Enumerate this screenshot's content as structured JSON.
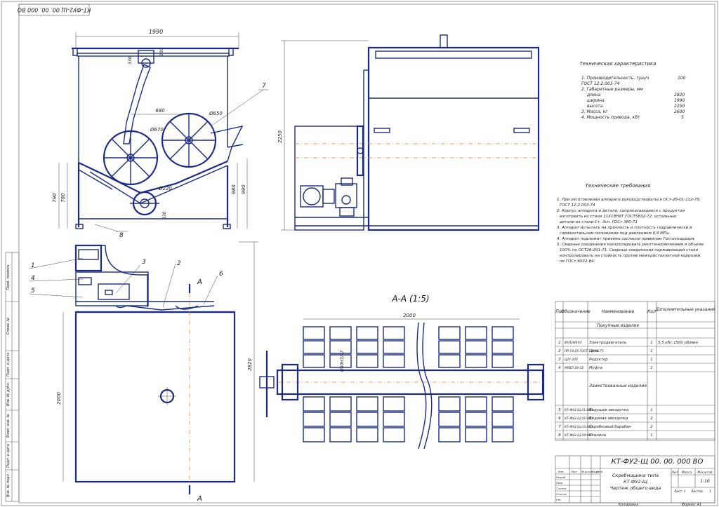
{
  "frame_code": "КТ-ФУ2-Щ 00. 00. 000 ВО",
  "front_view": {
    "dims": {
      "width": "1990",
      "h330": "330",
      "h100": "100",
      "d680": "680",
      "d650": "Ø650",
      "d670": "Ø670",
      "d220": "Ø220",
      "h790": "790",
      "h780": "780",
      "h980": "980",
      "h990": "990",
      "h330b": "330"
    },
    "callout_7": "7",
    "callout_8": "8"
  },
  "side_view": {
    "height": "2250"
  },
  "tech_chars": {
    "title": "Техническая характеристика",
    "rows": [
      {
        "label": "1. Производительность, туш/ч",
        "value": "100"
      },
      {
        "label": "ГОСТ 12.2.003-74",
        "value": ""
      },
      {
        "label": "2. Габаритные размеры, мм",
        "value": ""
      },
      {
        "label": "длина",
        "value": "2820"
      },
      {
        "label": "ширина",
        "value": "1990"
      },
      {
        "label": "высота",
        "value": "2250"
      },
      {
        "label": "3. Масса, кг",
        "value": "2600"
      },
      {
        "label": "4. Мощность привода, кВт",
        "value": "5"
      }
    ]
  },
  "tech_reqs": {
    "title": "Технические требования",
    "lines": [
      "1. При изготовлении аппарата руководствоваться ОСт-26-01-112-79.",
      "ГОСТ 12.2.003-74",
      "2. Корпус аппарата и детали, соприкасающиеся с продуктом",
      "изготовить из стали 11Х18Н9Т ГОСТ5832-72, остальные",
      "детали из стали Ст. 3сп. ГОСт 380-71",
      "3. Аппарат испытать на прочность и плотность гидравлически в",
      "горизонтальном положении под давлением 0,9 МПа.",
      "4. Аппарат подлежит приемке согласно правилам Гостехнадзора.",
      "5. Сварные соединения контролировать рентгеносвечением в объеме",
      "100% по ОСТ26-291-71. Сварные соединения нержавеющей стали",
      "контролировать на стойкость против межкристаллитной коррозии",
      "по ГОСт 6032-84."
    ]
  },
  "plan_view": {
    "callouts": [
      "1",
      "4",
      "5",
      "3",
      "2",
      "6"
    ],
    "section_mark": "А",
    "dim_width": "2000",
    "dim_length": "2820"
  },
  "section_view": {
    "title": "А-А (1:5)",
    "dim_width": "2000",
    "dim_shaft": "Ø80Н7/h7"
  },
  "spec_table": {
    "headers": [
      "Поз",
      "Обозначение",
      "Наименование",
      "Кол",
      "Дополнительные указания"
    ],
    "sections": [
      {
        "title": "Покупные изделия",
        "rows": [
          [
            "1",
            "4АП2М4УЗ",
            "Электродвигатель",
            "1",
            "5,5 кВт,1500 об/мин"
          ],
          [
            "2",
            "ПР-19,05 ГОСТ 13568-75",
            "Цепь",
            "1",
            ""
          ],
          [
            "3",
            "Ц2У-200",
            "Редуктор",
            "1",
            ""
          ],
          [
            "4",
            "МУВП-28-32",
            "Муфта",
            "1",
            ""
          ]
        ]
      },
      {
        "title": "Заимствованные изделия",
        "rows": [
          [
            "5",
            "КТ-ФУ2-Щ 01.000",
            "Ведущая звездочка",
            "1",
            ""
          ],
          [
            "6",
            "КТ-ФУ2-Щ 02.000",
            "Ведомая звездочка",
            "2",
            ""
          ],
          [
            "7",
            "КТ-ФУ2-Щ 03.000",
            "Скребковый барабан",
            "2",
            ""
          ],
          [
            "8",
            "КТ-ФУ2-Щ 04.000",
            "Станина",
            "1",
            ""
          ]
        ]
      }
    ]
  },
  "title_block": {
    "code": "КТ-ФУ2-Щ 00. 00. 000 ВО",
    "name_lines": [
      "Скребмашина типа",
      "КТ-ФУ2-Щ",
      "Чертеж общего вида"
    ],
    "col_labels": [
      "Лит",
      "Масса",
      "Масштаб"
    ],
    "scale": "1:10",
    "sheet_label": "Лист",
    "sheet_num": "1",
    "sheets_label": "Листов",
    "sheets_num": "1",
    "row_labels": [
      "Изм",
      "Лист",
      "№ докум",
      "Подп",
      "Дата",
      "Разраб",
      "Пров",
      "Т.контр",
      "Н.контр",
      "Утв"
    ],
    "copied": "Копировал",
    "format": "Формат А1"
  },
  "side_strip": [
    "Перв. примен.",
    "Справ. №",
    "Подп. и дата",
    "Инв. № дубл.",
    "Взам. инв. №",
    "Подп. и дата",
    "Инв. № подл."
  ]
}
